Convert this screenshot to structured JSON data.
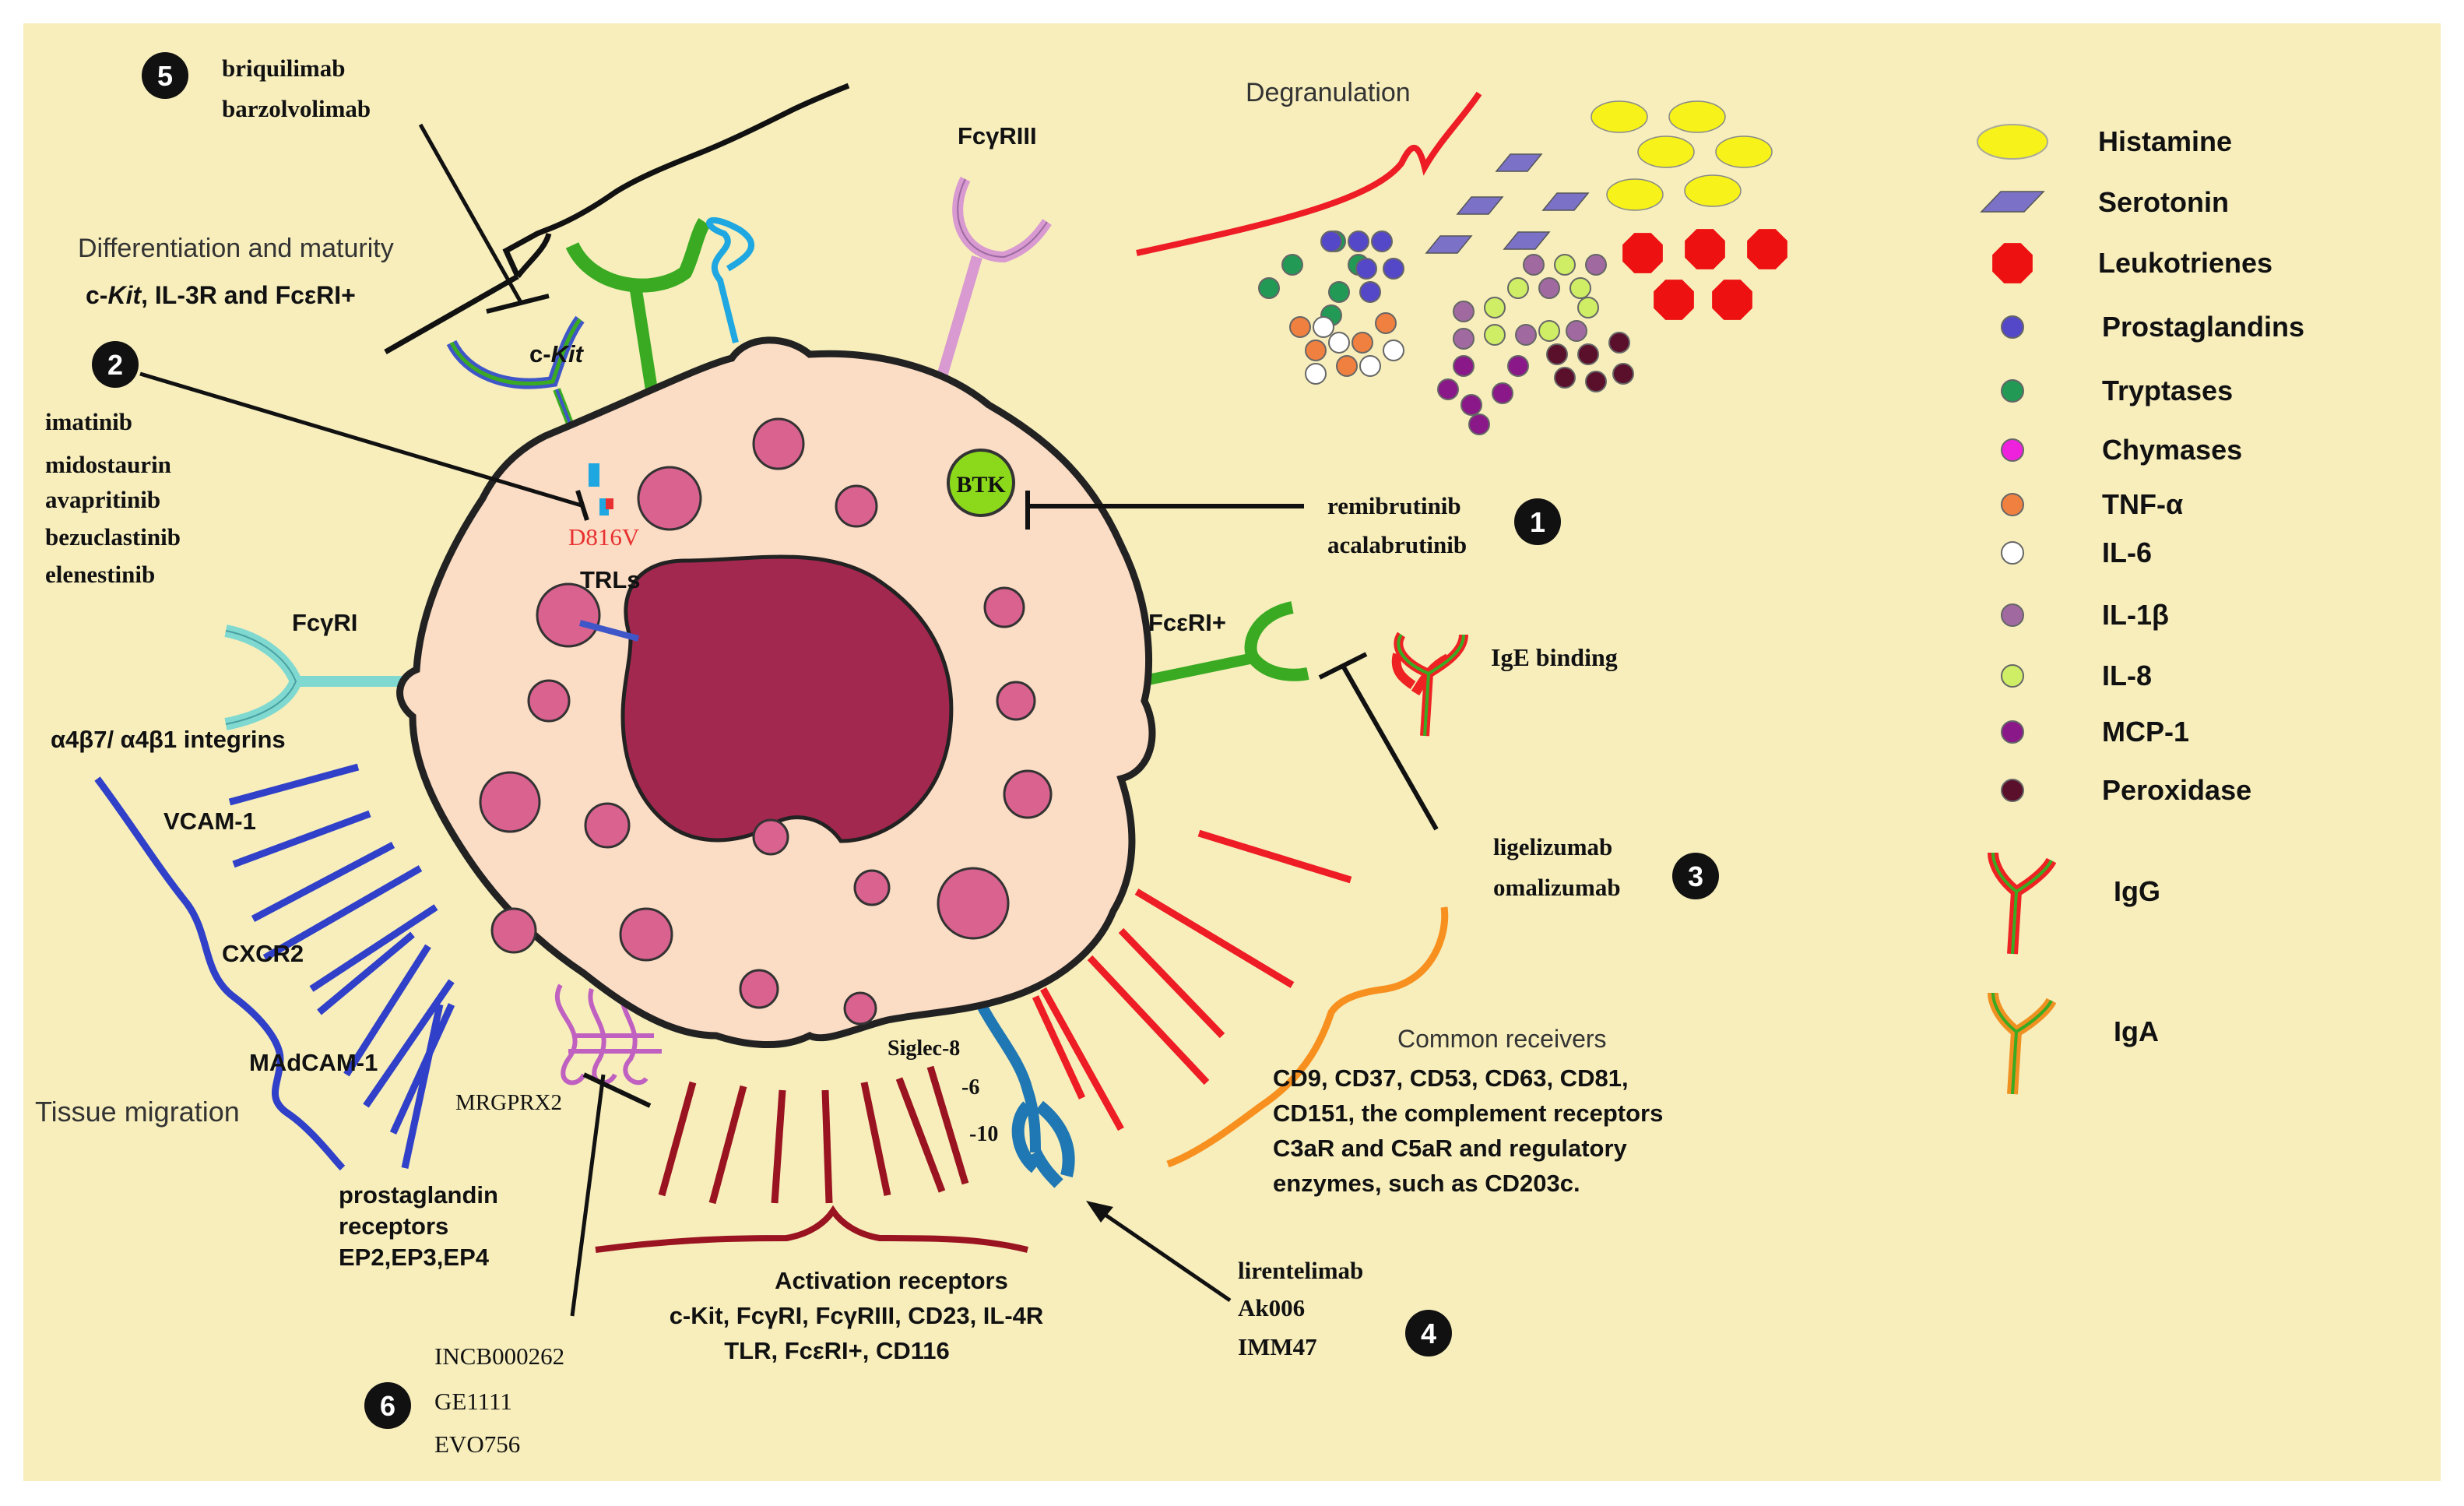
{
  "colors": {
    "background": "#f7eebc",
    "cell": "#fbdcc4",
    "nucleus": "#a3284f",
    "granule": "#d9628e",
    "btk": "#8cd91c",
    "mutation": "#e83030",
    "green_receptor": "#3aaa22",
    "blue_lines": "#3040c8",
    "red_lines": "#ee1c24",
    "dark_red_lines": "#9a1320",
    "orange": "#f7901e",
    "siglec": "#1f77b4",
    "mrgprx2": "#c060c0",
    "pink_receptor": "#d89ad0",
    "teal_receptor": "#7fd9d0",
    "cyan_receptor": "#1ea7e0"
  },
  "title_labels": {
    "degranulation": "Degranulation",
    "differentiation": "Differentiation and maturity",
    "differentiation_receptors_1": "c-",
    "differentiation_receptors_kit": "Kit",
    "differentiation_receptors_2": ", IL-3R and FcεRI+",
    "tissue_migration": "Tissue migration"
  },
  "receptors": {
    "ckit_prefix": "c-",
    "ckit_kit": "Kit",
    "fcgriii": "FcγRIII",
    "fcgri": "FcγRI",
    "fceri": "FcεRI+",
    "trls": "TRLs",
    "btk": "BTK",
    "d816v": "D816V",
    "ige_binding": "IgE binding",
    "mrgprx2": "MRGPRX2",
    "siglec_8": "Siglec-8",
    "siglec_6": "-6",
    "siglec_10": "-10"
  },
  "migration": {
    "integrins": "α4β7/ α4β1 integrins",
    "vcam": "VCAM-1",
    "cxcr2": "CXCR2",
    "madcam": "MAdCAM-1",
    "pg_receptors": [
      "prostaglandin",
      "receptors",
      "EP2,EP3,EP4"
    ]
  },
  "activation": {
    "title": "Activation receptors",
    "lines": [
      "c-Kit, FcγRI, FcγRIII, CD23, IL-4R",
      "TLR, FcεRI+, CD116"
    ]
  },
  "common": {
    "title": "Common receivers",
    "lines": [
      "CD9, CD37, CD53, CD63, CD81,",
      "CD151, the complement receptors",
      "C3aR and C5aR and regulatory",
      "enzymes, such as CD203c."
    ]
  },
  "drug_groups": [
    {
      "number": "1",
      "drugs": [
        "remibrutinib",
        "acalabrutinib"
      ]
    },
    {
      "number": "2",
      "drugs": [
        "imatinib",
        "midostaurin",
        "avapritinib",
        "bezuclastinib",
        "elenestinib"
      ]
    },
    {
      "number": "3",
      "drugs": [
        "ligelizumab",
        "omalizumab"
      ]
    },
    {
      "number": "4",
      "drugs": [
        "lirentelimab",
        "Ak006",
        "IMM47"
      ]
    },
    {
      "number": "5",
      "drugs": [
        "briquilimab",
        "barzolvolimab"
      ]
    },
    {
      "number": "6",
      "drugs": [
        "INCB000262",
        "GE1111",
        "EVO756"
      ]
    }
  ],
  "legend": [
    {
      "label": "Histamine",
      "icon": "histamine-icon",
      "color": "#f6f21a"
    },
    {
      "label": "Serotonin",
      "icon": "serotonin-icon",
      "color": "#7b72c8"
    },
    {
      "label": "Leukotrienes",
      "icon": "leukotriene-icon",
      "color": "#ee1111"
    },
    {
      "label": "Prostaglandins",
      "icon": "prostaglandin-icon",
      "color": "#5548c8"
    },
    {
      "label": "Tryptases",
      "icon": "tryptase-icon",
      "color": "#229955"
    },
    {
      "label": "Chymases",
      "icon": "chymase-icon",
      "color": "#ee22dd"
    },
    {
      "label": "TNF-α",
      "icon": "tnf-icon",
      "color": "#f08040"
    },
    {
      "label": "IL-6",
      "icon": "il6-icon",
      "color": "#ffffff"
    },
    {
      "label": "IL-1β",
      "icon": "il1b-icon",
      "color": "#a06aa0"
    },
    {
      "label": "IL-8",
      "icon": "il8-icon",
      "color": "#cfee66"
    },
    {
      "label": "MCP-1",
      "icon": "mcp1-icon",
      "color": "#8a1888"
    },
    {
      "label": "Peroxidase",
      "icon": "peroxidase-icon",
      "color": "#5a0f2a"
    },
    {
      "label": "IgG",
      "icon": "igg-icon",
      "color": "#ee2222"
    },
    {
      "label": "IgA",
      "icon": "iga-icon",
      "color": "#f09020"
    }
  ]
}
